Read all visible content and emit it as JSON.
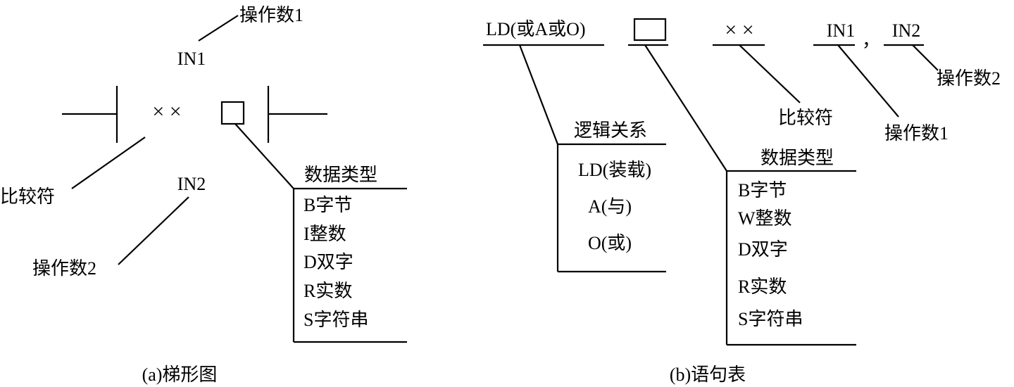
{
  "ladder": {
    "operand1_top": "操作数1",
    "in1": "IN1",
    "compare_symbols": "× ×",
    "comparator": "比较符",
    "in2": "IN2",
    "operand2": "操作数2",
    "dtype_title": "数据类型",
    "dtype_items": [
      "B字节",
      "I整数",
      "D双字",
      "R实数",
      "S字符串"
    ],
    "caption": "(a)梯形图"
  },
  "stl": {
    "instruction": "LD(或A或O)",
    "compare_symbols": "× ×",
    "in1": "IN1",
    "comma": "，",
    "in2": "IN2",
    "operand2": "操作数2",
    "comparator": "比较符",
    "operand1": "操作数1",
    "logic_title": "逻辑关系",
    "logic_items": [
      "LD(装载)",
      "A(与)",
      "O(或)"
    ],
    "dtype_title": "数据类型",
    "dtype_items": [
      "B字节",
      "W整数",
      "D双字",
      "R实数",
      "S字符串"
    ],
    "caption": "(b)语句表"
  }
}
